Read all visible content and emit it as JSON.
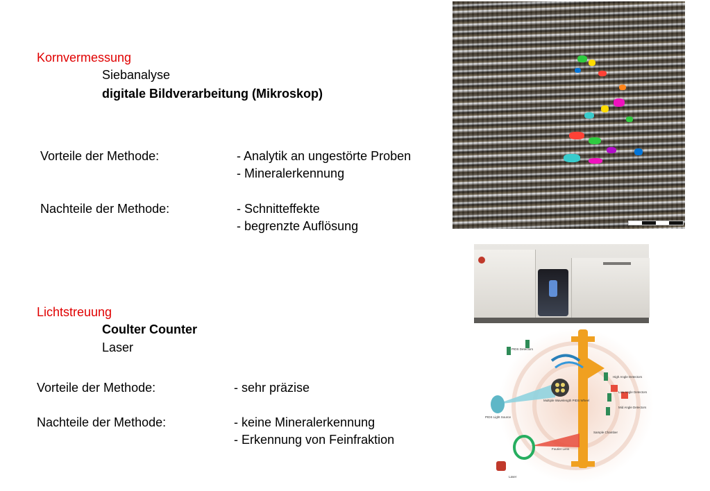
{
  "section1": {
    "heading": "Kornvermessung",
    "item1": "Siebanalyse",
    "item2": "digitale Bildverarbeitung (Mikroskop)",
    "vorteile_label": "Vorteile der Methode:",
    "vorteile": [
      "- Analytik an ungestörte Proben",
      "- Mineralerkennung"
    ],
    "nachteile_label": "Nachteile der Methode:",
    "nachteile": [
      "- Schnitteffekte",
      "- begrenzte Auflösung"
    ]
  },
  "section2": {
    "heading": "Lichtstreuung",
    "item1": "Coulter Counter",
    "item2": "Laser",
    "vorteile_label": "Vorteile der Methode:",
    "vorteile": [
      "- sehr präzise"
    ],
    "nachteile_label": "Nachteile der Methode:",
    "nachteile": [
      "- keine Mineralerkennung",
      "- Erkennung von Feinfraktion"
    ]
  },
  "colors": {
    "heading": "#e00000",
    "text": "#000000"
  },
  "diagram_labels": {
    "pids_detectors": "PIDS Detectors",
    "high_angle": "High Angle Detectors",
    "low_angle": "Low Angle Detectors",
    "mid_angle": "Mid Angle Detectors",
    "wheel": "Multiple Wavelength PIDS Wheel",
    "light_source": "PIDS Light Source",
    "sample_chamber": "Sample Chamber",
    "fourier_lens": "Fourier Lens",
    "laser": "Laser"
  }
}
